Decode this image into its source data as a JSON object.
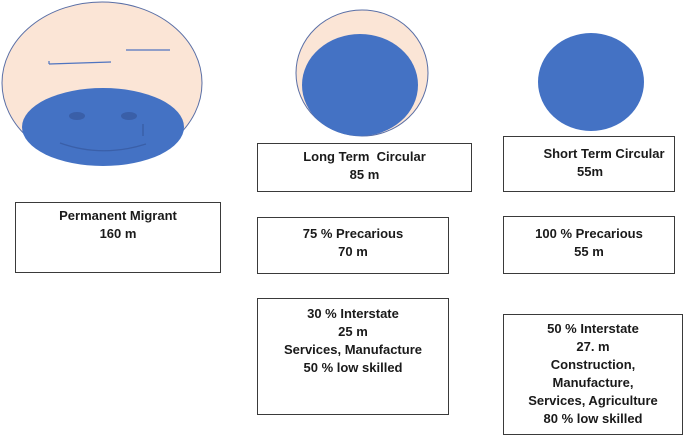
{
  "colors": {
    "skin": "#FBE5D6",
    "blue": "#4472C4",
    "outline": "#5A6FA6",
    "feature": "#3A5FA8",
    "box_border": "#3a3a3a"
  },
  "columns": [
    {
      "id": "permanent",
      "figure": "smiley-face",
      "boxes": [
        {
          "lines": [
            "Permanent Migrant",
            "160 m"
          ]
        }
      ]
    },
    {
      "id": "long-term",
      "figure": "blue-circle-on-skin-circle",
      "boxes": [
        {
          "lines": [
            "Long Term  Circular",
            "85 m"
          ]
        },
        {
          "lines": [
            "75 % Precarious",
            "70 m"
          ]
        },
        {
          "lines": [
            "30 % Interstate",
            "25 m",
            "Services, Manufacture",
            "50 % low skilled"
          ]
        }
      ]
    },
    {
      "id": "short-term",
      "figure": "blue-circle",
      "boxes": [
        {
          "lines": [
            "Short Term Circular",
            "55m"
          ]
        },
        {
          "lines": [
            "100 % Precarious",
            "55 m"
          ]
        },
        {
          "lines": [
            "50 % Interstate",
            "27. m",
            "Construction,",
            "Manufacture,",
            "Services, Agriculture",
            "80 % low skilled"
          ]
        }
      ]
    }
  ]
}
